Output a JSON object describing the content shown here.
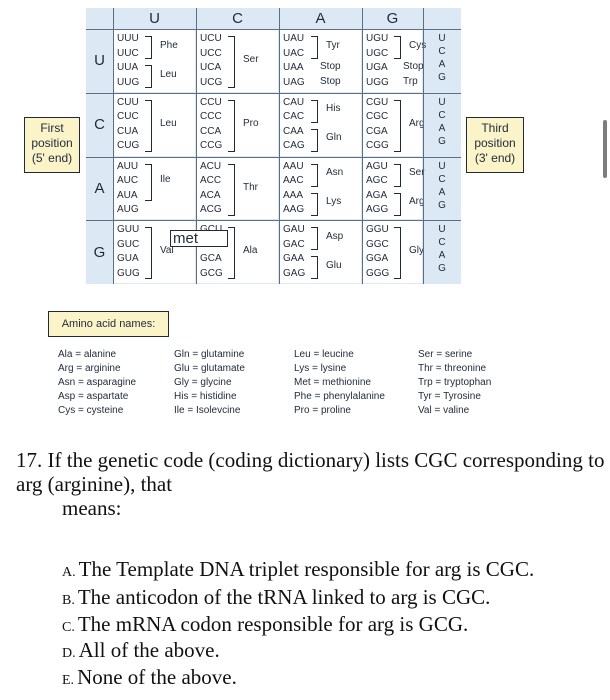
{
  "table": {
    "column_headers": [
      "U",
      "C",
      "A",
      "G"
    ],
    "row_labels": [
      "U",
      "C",
      "A",
      "G"
    ],
    "blocks": [
      [
        {
          "codons": [
            "UUU",
            "UUC",
            "UUA",
            "UUG"
          ],
          "aa": [
            {
              "label": "Phe",
              "rows": [
                0,
                1
              ]
            },
            {
              "label": "Leu",
              "rows": [
                2,
                3
              ]
            }
          ]
        },
        {
          "codons": [
            "UCU",
            "UCC",
            "UCA",
            "UCG"
          ],
          "aa": [
            {
              "label": "Ser",
              "rows": [
                0,
                3
              ]
            }
          ]
        },
        {
          "codons": [
            "UAU",
            "UAC",
            "UAA",
            "UAG"
          ],
          "aa": [
            {
              "label": "Tyr",
              "rows": [
                0,
                1
              ]
            },
            {
              "label": "Stop",
              "rows": [
                2,
                2
              ]
            },
            {
              "label": "Stop",
              "rows": [
                3,
                3
              ]
            }
          ]
        },
        {
          "codons": [
            "UGU",
            "UGC",
            "UGA",
            "UGG"
          ],
          "aa": [
            {
              "label": "Cys",
              "rows": [
                0,
                1
              ]
            },
            {
              "label": "Stop",
              "rows": [
                2,
                2
              ]
            },
            {
              "label": "Trp",
              "rows": [
                3,
                3
              ]
            }
          ]
        }
      ],
      [
        {
          "codons": [
            "CUU",
            "CUC",
            "CUA",
            "CUG"
          ],
          "aa": [
            {
              "label": "Leu",
              "rows": [
                0,
                3
              ]
            }
          ]
        },
        {
          "codons": [
            "CCU",
            "CCC",
            "CCA",
            "CCG"
          ],
          "aa": [
            {
              "label": "Pro",
              "rows": [
                0,
                3
              ]
            }
          ]
        },
        {
          "codons": [
            "CAU",
            "CAC",
            "CAA",
            "CAG"
          ],
          "aa": [
            {
              "label": "His",
              "rows": [
                0,
                1
              ]
            },
            {
              "label": "Gln",
              "rows": [
                2,
                3
              ]
            }
          ]
        },
        {
          "codons": [
            "CGU",
            "CGC",
            "CGA",
            "CGG"
          ],
          "aa": [
            {
              "label": "Arg",
              "rows": [
                0,
                3
              ]
            }
          ]
        }
      ],
      [
        {
          "codons": [
            "AUU",
            "AUC",
            "AUA",
            "AUG"
          ],
          "aa": [
            {
              "label": "Ile",
              "rows": [
                0,
                2
              ]
            }
          ]
        },
        {
          "codons": [
            "ACU",
            "ACC",
            "ACA",
            "ACG"
          ],
          "aa": [
            {
              "label": "Thr",
              "rows": [
                0,
                3
              ]
            }
          ]
        },
        {
          "codons": [
            "AAU",
            "AAC",
            "AAA",
            "AAG"
          ],
          "aa": [
            {
              "label": "Asn",
              "rows": [
                0,
                1
              ]
            },
            {
              "label": "Lys",
              "rows": [
                2,
                3
              ]
            }
          ]
        },
        {
          "codons": [
            "AGU",
            "AGC",
            "AGA",
            "AGG"
          ],
          "aa": [
            {
              "label": "Ser",
              "rows": [
                0,
                1
              ]
            },
            {
              "label": "Arg",
              "rows": [
                2,
                3
              ]
            }
          ]
        }
      ],
      [
        {
          "codons": [
            "GUU",
            "GUC",
            "GUA",
            "GUG"
          ],
          "aa": [
            {
              "label": "Val",
              "rows": [
                0,
                3
              ]
            }
          ]
        },
        {
          "codons": [
            "GCU",
            "GCC",
            "GCA",
            "GCG"
          ],
          "aa": [
            {
              "label": "Ala",
              "rows": [
                0,
                3
              ]
            }
          ]
        },
        {
          "codons": [
            "GAU",
            "GAC",
            "GAA",
            "GAG"
          ],
          "aa": [
            {
              "label": "Asp",
              "rows": [
                0,
                1
              ]
            },
            {
              "label": "Glu",
              "rows": [
                2,
                3
              ]
            }
          ]
        },
        {
          "codons": [
            "GGU",
            "GGC",
            "GGA",
            "GGG"
          ],
          "aa": [
            {
              "label": "Gly",
              "rows": [
                0,
                3
              ]
            }
          ]
        }
      ]
    ],
    "third_position_letters": [
      "U",
      "C",
      "A",
      "G"
    ],
    "met_annotation": "met"
  },
  "first_position_label": "First position (5' end)",
  "third_position_label": "Third position (3' end)",
  "legend": {
    "title": "Amino acid names:",
    "columns": [
      [
        "Ala = alanine",
        "Arg = arginine",
        "Asn = asparagine",
        "Asp = aspartate",
        "Cys = cysteine"
      ],
      [
        "Gln = glutamine",
        "Glu = glutamate",
        "Gly = glycine",
        "His = histidine",
        "Ile = Isolevcine"
      ],
      [
        "Leu = leucine",
        "Lys = lysine",
        "Met = methionine",
        "Phe = phenylalanine",
        "Pro = proline"
      ],
      [
        "Ser = serine",
        "Thr = threonine",
        "Trp = tryptophan",
        "Tyr = Tyrosine",
        "Val = valine"
      ]
    ]
  },
  "question": {
    "number": "17.",
    "text": "If the genetic code (coding dictionary) lists CGC corresponding to arg (arginine), that",
    "text_cont": "means:",
    "options": [
      {
        "letter": "A.",
        "text": "The Template DNA triplet responsible for arg is CGC."
      },
      {
        "letter": "B.",
        "text": "The anticodon of the tRNA linked to arg is CGC."
      },
      {
        "letter": "C.",
        "text": "The mRNA codon responsible for arg is GCG."
      },
      {
        "letter": "D.",
        "text": "All of the above."
      },
      {
        "letter": "E.",
        "text": "None of the above."
      }
    ]
  },
  "colors": {
    "table_bg": "#dce9f5",
    "box_bg": "#fbf4c8",
    "text": "#1f2a3a"
  }
}
